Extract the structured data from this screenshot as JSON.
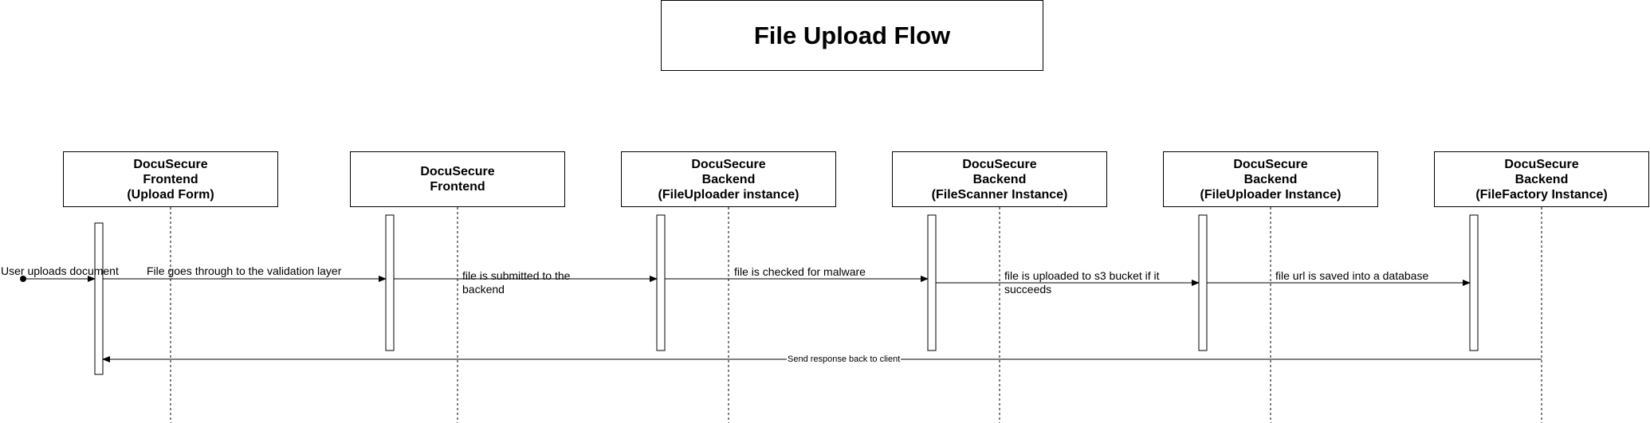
{
  "title": "File Upload Flow",
  "participants": [
    {
      "lines": [
        "DocuSecure",
        "Frontend",
        "(Upload Form)"
      ]
    },
    {
      "lines": [
        "DocuSecure",
        "Frontend"
      ]
    },
    {
      "lines": [
        "DocuSecure",
        "Backend",
        "(FileUploader instance)"
      ]
    },
    {
      "lines": [
        "DocuSecure",
        "Backend",
        "(FileScanner Instance)"
      ]
    },
    {
      "lines": [
        "DocuSecure",
        "Backend",
        "(FileUploader Instance)"
      ]
    },
    {
      "lines": [
        "DocuSecure",
        "Backend",
        "(FileFactory Instance)"
      ]
    }
  ],
  "messages": [
    {
      "label": "User uploads document"
    },
    {
      "label": "File goes through to the validation layer"
    },
    {
      "label": "file is submitted to the backend"
    },
    {
      "label": "file is checked for malware"
    },
    {
      "label": "file is uploaded to s3 bucket if it succeeds"
    },
    {
      "label": "file url is saved into a database"
    },
    {
      "label": "Send response back to client"
    }
  ]
}
